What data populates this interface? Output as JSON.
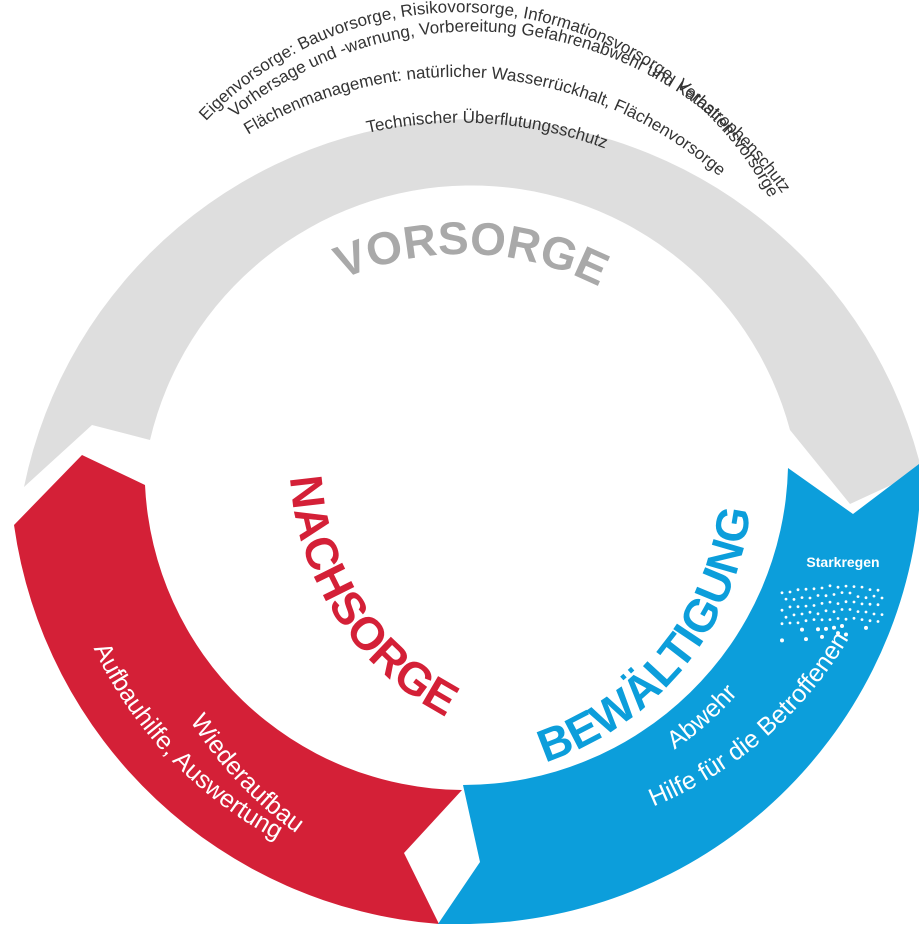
{
  "colors": {
    "vorsorge": "#dedede",
    "vorsorge_title": "#a9a9a9",
    "nachsorge": "#d42037",
    "bewaeltigung": "#0c9edb",
    "text_dark": "#333333",
    "text_light": "#ffffff"
  },
  "vorsorge": {
    "title": "VORSORGE",
    "lines": [
      "Technischer Überflutungsschutz",
      "Flächenmanagement: natürlicher Wasserrückhalt, Flächenvorsorge",
      "Vorhersage und -warnung, Vorbereitung Gefahrenabwehr und Katastrophenschutz",
      "Eigenvorsorge: Bauvorsorge, Risikovorsorge, Informationsvorsorge, Verhaltensvorsorge"
    ]
  },
  "nachsorge": {
    "title": "NACHSORGE",
    "lines": [
      "Wiederaufbau",
      "Aufbauhilfe, Auswertung"
    ]
  },
  "bewaeltigung": {
    "title": "BEWÄLTIGUNG",
    "lines": [
      "Abwehr",
      "Hilfe für die Betroffenen"
    ]
  },
  "event": {
    "label": "Starkregen",
    "icon": "rain-icon"
  }
}
